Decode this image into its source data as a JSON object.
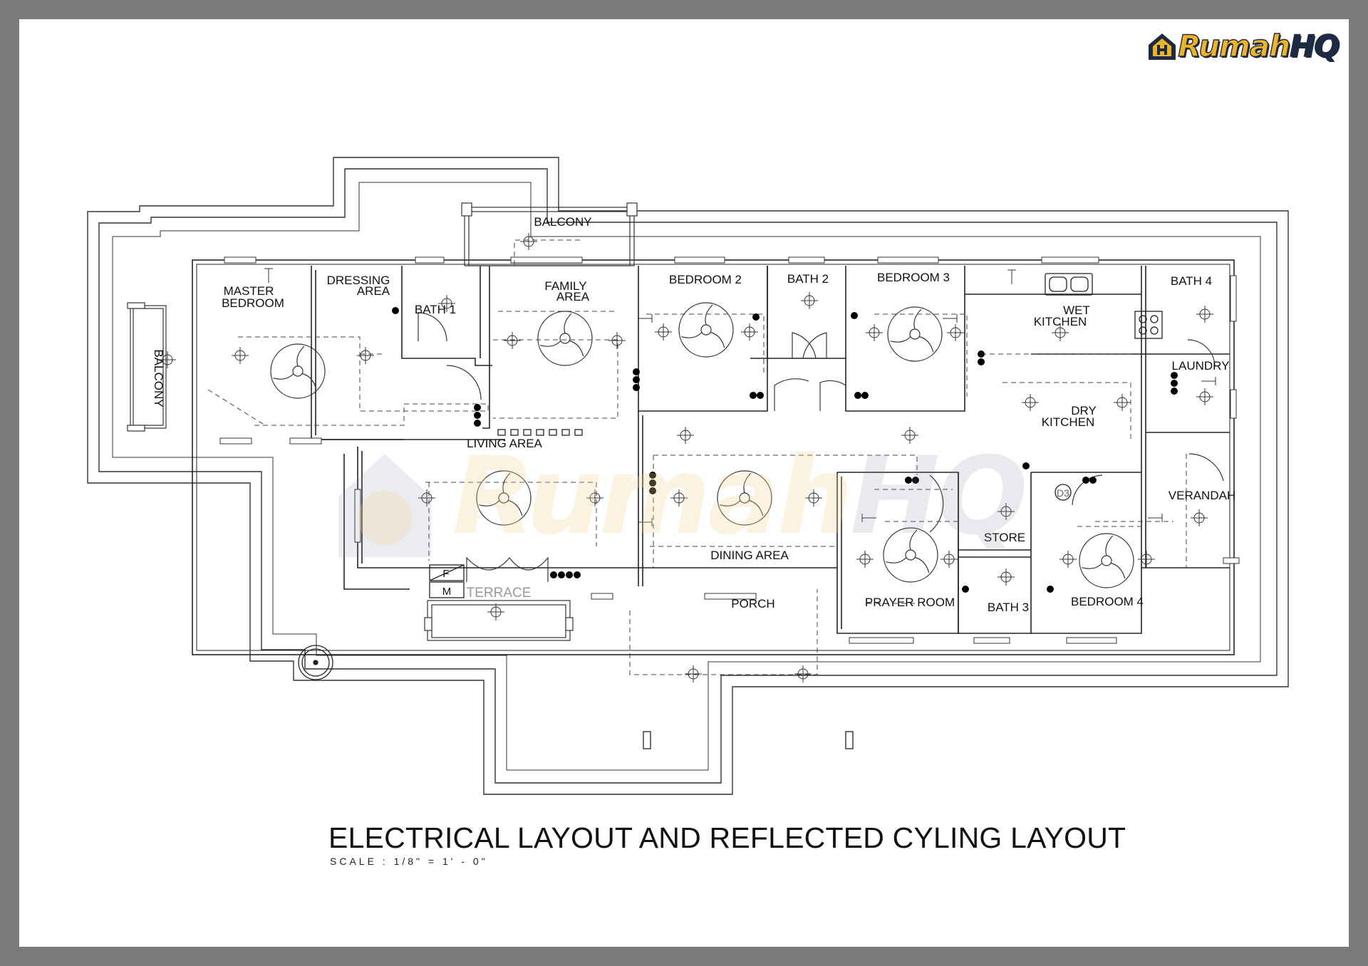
{
  "brand": {
    "logo_primary": "Rumah",
    "logo_secondary": "HQ",
    "logo_icon": "house-h-icon",
    "colors": {
      "gold": "#f0b323",
      "navy": "#1c2a44"
    }
  },
  "drawing": {
    "title": "ELECTRICAL LAYOUT AND REFLECTED CYLING LAYOUT",
    "scale": "SCALE : 1/8\" = 1' - 0\""
  },
  "rooms": {
    "master_bedroom": [
      "MASTER",
      "BEDROOM"
    ],
    "dressing_area": [
      "DRESSING",
      "AREA"
    ],
    "bath_1": "BATH 1",
    "balcony_west": "BALCONY",
    "balcony_north": "BALCONY",
    "family_area": [
      "FAMILY",
      "AREA"
    ],
    "bedroom_2": "BEDROOM 2",
    "bath_2": "BATH 2",
    "bedroom_3": "BEDROOM 3",
    "wet_kitchen": [
      "WET",
      "KITCHEN"
    ],
    "bath_4": "BATH 4",
    "laundry": "LAUNDRY",
    "dry_kitchen": [
      "DRY",
      "KITCHEN"
    ],
    "verandah": "VERANDAH",
    "living_area": "LIVING AREA",
    "dining_area": "DINING AREA",
    "porch": "PORCH",
    "terrace": "TERRACE",
    "prayer_room": "PRAYER ROOM",
    "store": "STORE",
    "bath_3": "BATH 3",
    "bedroom_4": "BEDROOM 4"
  },
  "tags": {
    "female": "F",
    "male": "M",
    "door_tag": "D3"
  },
  "symbols": {
    "fan": "ceiling-fan-icon",
    "light": "ceiling-light-icon",
    "switch": "switch-icon",
    "socket": "socket-icon",
    "stove": "stove-icon",
    "sink": "sink-icon",
    "tank": "water-tank-icon"
  }
}
